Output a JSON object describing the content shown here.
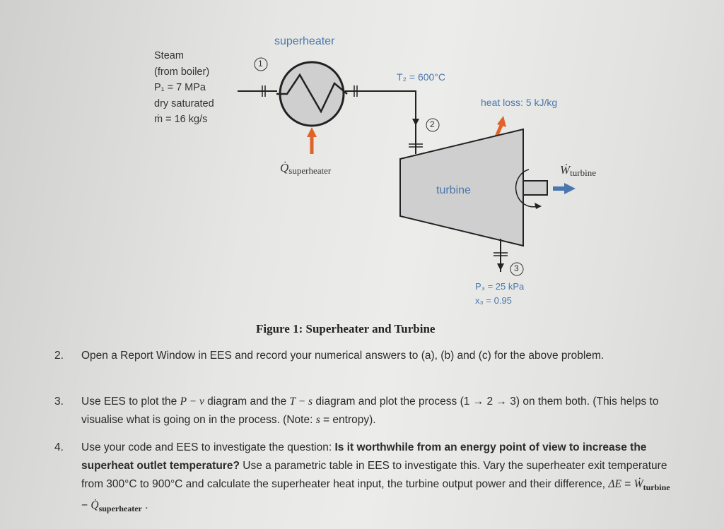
{
  "diagram": {
    "superheater_label": "superheater",
    "steam_lines": [
      "Steam",
      "(from boiler)",
      "P₁ = 7 MPa",
      "dry saturated",
      "ṁ = 16 kg/s"
    ],
    "state1": "1",
    "state2": "2",
    "state3": "3",
    "t2": "T₂ = 600°C",
    "heat_loss": "heat loss: 5 kJ/kg",
    "q_superheater": "Q̇",
    "q_superheater_sub": "superheater",
    "w_turbine": "Ẇ",
    "w_turbine_sub": "turbine",
    "turbine_label": "turbine",
    "p3": "P₃ = 25 kPa",
    "x3": "x₃ = 0.95"
  },
  "caption": "Figure 1: Superheater and Turbine",
  "questions": [
    {
      "number": "2.",
      "text": "Open a Report Window in EES and record your numerical answers to (a), (b) and (c) for the above problem."
    },
    {
      "number": "3.",
      "part1": "Use EES to plot the ",
      "math1": "P − v",
      "part2": " diagram and the ",
      "math2": "T − s",
      "part3": " diagram and plot the process (1 → 2 → 3) on them both. (This helps to visualise what is going on in the process. (Note: ",
      "math3": "s",
      "part4": " = entropy)."
    },
    {
      "number": "4.",
      "part1": "Use your code and EES to investigate the question: ",
      "bold": "Is it worthwhile from an energy point of view to increase the superheat outlet temperature?",
      "part2": " Use a parametric table in EES to investigate this. Vary the superheater exit temperature from 300°C to 900°C and calculate the superheater heat input, the turbine output power and their difference, ",
      "math1": "ΔE",
      "eq": " = ",
      "math2": "Ẇ",
      "sub2": "turbine",
      "minus": " − ",
      "math3": "Q̇",
      "sub3": "superheater",
      "end": " ."
    }
  ]
}
